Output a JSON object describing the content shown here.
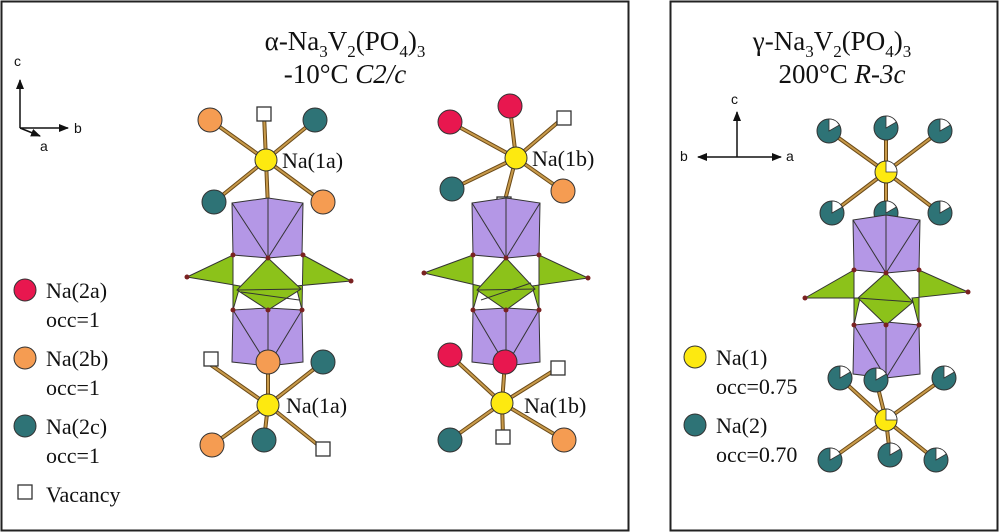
{
  "panels": {
    "alpha": {
      "title_line1": {
        "prefix": "α-Na",
        "s1": "3",
        "mid1": "V",
        "s2": "2",
        "mid2": "(PO",
        "s3": "4",
        "mid3": ")",
        "s4": "3"
      },
      "title_line2": {
        "temp": "-10°C",
        "group": "C2/c"
      },
      "axes": {
        "c": "c",
        "b": "b",
        "a": "a"
      },
      "sites": {
        "left_top": "Na(1a)",
        "left_bottom": "Na(1a)",
        "right_top": "Na(1b)",
        "right_bottom": "Na(1b)"
      },
      "legend": [
        {
          "label": "Na(2a)",
          "occ": "occ=1",
          "color": "#e8174f"
        },
        {
          "label": "Na(2b)",
          "occ": "occ=1",
          "color": "#f59c52"
        },
        {
          "label": "Na(2c)",
          "occ": "occ=1",
          "color": "#2e7376"
        }
      ],
      "vacancy_label": "Vacancy"
    },
    "gamma": {
      "title_line1": {
        "prefix": "γ-Na",
        "s1": "3",
        "mid1": "V",
        "s2": "2",
        "mid2": "(PO",
        "s3": "4",
        "mid3": ")",
        "s4": "3"
      },
      "title_line2": {
        "temp": "200°C",
        "group": "R-3c"
      },
      "axes": {
        "c": "c",
        "b": "b",
        "a": "a"
      },
      "legend": [
        {
          "label": "Na(1)",
          "occ": "occ=0.75",
          "color": "#fde910"
        },
        {
          "label": "Na(2)",
          "occ": "occ=0.70",
          "color": "#2e7376"
        }
      ]
    }
  },
  "colors": {
    "vo6": "#b497e6",
    "po4": "#8cc21a",
    "bond": "#c89a4a",
    "bond_dark": "#6b4a18",
    "na1": "#fde910",
    "na2a": "#e8174f",
    "na2b": "#f59c52",
    "na2c": "#2e7376"
  }
}
